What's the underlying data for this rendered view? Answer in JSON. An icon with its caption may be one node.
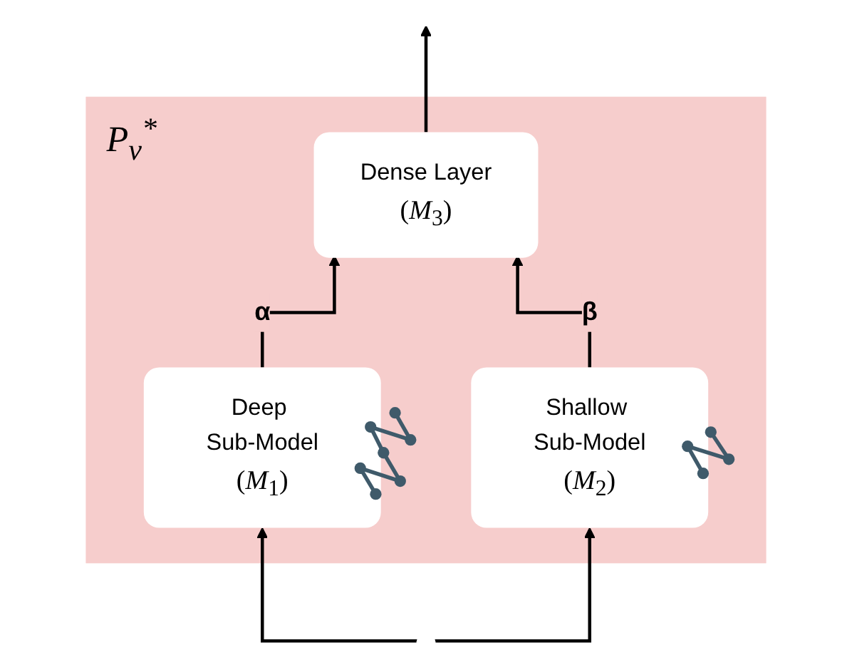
{
  "diagram": {
    "nodes": [
      {
        "text": [
          "P$_{v}$$^{*}$"
        ]
      },
      {
        "text": [
          "Dense Layer",
          "(*M*$_{3}$)"
        ],
        "in": 0
      },
      {
        "text": [
          "Deep Sub-Model",
          "(*M*$_{1}$)"
        ],
        "in": 0
      },
      {
        "text": [
          "Shallow Sub-Model",
          "(*M*$_{2}$)"
        ],
        "in": 0
      }
    ],
    "edges": [
      {
        "from": null,
        "to": 2,
        "arrow": "to"
      },
      {
        "from": null,
        "to": 3,
        "arrow": "to"
      },
      {
        "from": 2,
        "to": 1,
        "arrow": "to",
        "label": "α"
      },
      {
        "from": 3,
        "to": 1,
        "arrow": "to",
        "label": "β"
      },
      {
        "from": 1,
        "to": null,
        "arrow": "to"
      }
    ]
  }
}
